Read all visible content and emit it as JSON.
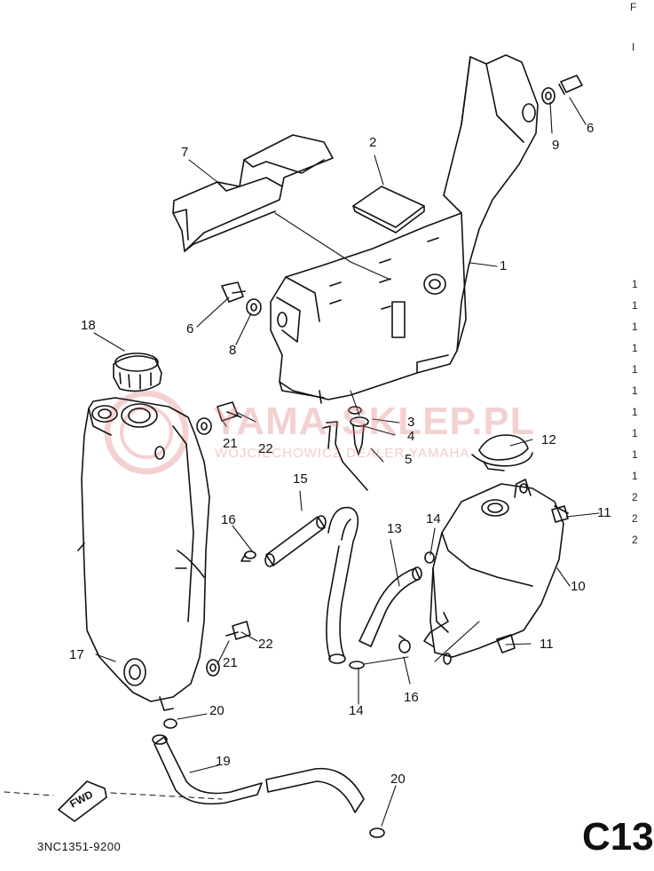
{
  "watermark": {
    "main": "YAMA-SKLEP.PL",
    "sub": "WOJCIECHOWICZ DEALER YAMAHA"
  },
  "callouts": [
    "1",
    "2",
    "3",
    "4",
    "5",
    "6",
    "6",
    "7",
    "8",
    "9",
    "10",
    "11",
    "11",
    "12",
    "13",
    "14",
    "14",
    "15",
    "16",
    "16",
    "17",
    "18",
    "19",
    "20",
    "20",
    "21",
    "21",
    "22",
    "22"
  ],
  "right_edge_text": [
    "F",
    "I",
    "1",
    "1",
    "1",
    "1",
    "1",
    "1",
    "1",
    "1",
    "1",
    "1",
    "2",
    "2",
    "2"
  ],
  "fwd_label": "FWD",
  "drawing_code": "3NC1351-9200",
  "page_id": "C13",
  "colors": {
    "line": "#111111",
    "watermark": "#e07e7e",
    "background": "#ffffff"
  }
}
